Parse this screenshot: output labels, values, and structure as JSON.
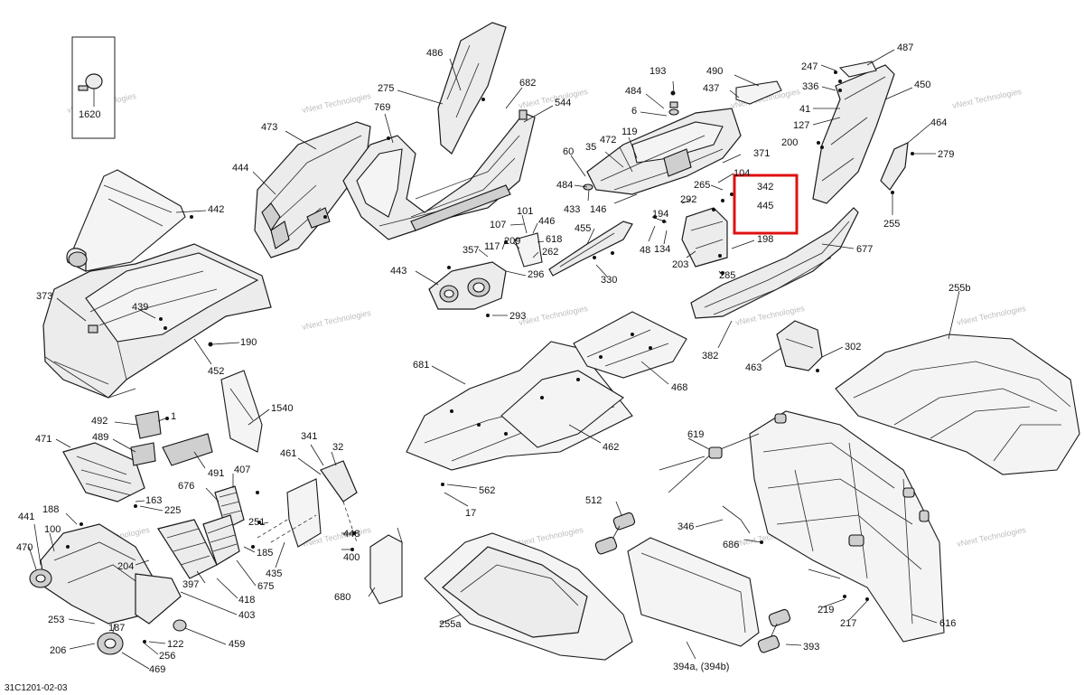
{
  "drawing_number": "31C1201-02-03",
  "watermark": "vNext Technologies",
  "highlight_color": "#e01010",
  "inset": {
    "label": "1620"
  },
  "callouts": {
    "c486": "486",
    "c275": "275",
    "c682": "682",
    "c544": "544",
    "c769": "769",
    "c473": "473",
    "c444": "444",
    "c442": "442",
    "c373": "373",
    "c439": "439",
    "c190": "190",
    "c452": "452",
    "c193": "193",
    "c490": "490",
    "c484a": "484",
    "c437": "437",
    "c6": "6",
    "c119": "119",
    "c35": "35",
    "c472": "472",
    "c60": "60",
    "c371": "371",
    "c104": "104",
    "c484b": "484",
    "c433": "433",
    "c146": "146",
    "c265": "265",
    "c292": "292",
    "c342": "342",
    "c445": "445",
    "c247": "247",
    "c487": "487",
    "c336": "336",
    "c450": "450",
    "c41": "41",
    "c127": "127",
    "c464": "464",
    "c200": "200",
    "c279": "279",
    "c255": "255",
    "c107": "107",
    "c101": "101",
    "c446": "446",
    "c455": "455",
    "c194": "194",
    "c198": "198",
    "c677": "677",
    "c357": "357",
    "c117": "117",
    "c209": "209",
    "c618": "618",
    "c262": "262",
    "c48": "48",
    "c134": "134",
    "c203": "203",
    "c443": "443",
    "c296": "296",
    "c330": "330",
    "c285": "285",
    "c293": "293",
    "c255b": "255b",
    "c382": "382",
    "c302": "302",
    "c463": "463",
    "c681": "681",
    "c468": "468",
    "c1540": "1540",
    "c492": "492",
    "c1": "1",
    "c489": "489",
    "c471": "471",
    "c491": "491",
    "c407": "407",
    "c341": "341",
    "c32": "32",
    "c461": "461",
    "c462": "462",
    "c676": "676",
    "c163": "163",
    "c225": "225",
    "c562": "562",
    "c17": "17",
    "c619": "619",
    "c188": "188",
    "c441": "441",
    "c100": "100",
    "c251": "251",
    "c448": "448",
    "c400": "400",
    "c470": "470",
    "c204": "204",
    "c185": "185",
    "c435": "435",
    "c512": "512",
    "c346": "346",
    "c686": "686",
    "c397": "397",
    "c675": "675",
    "c680": "680",
    "c418": "418",
    "c403": "403",
    "c253": "253",
    "c187": "187",
    "c459": "459",
    "c122": "122",
    "c206": "206",
    "c256": "256",
    "c469": "469",
    "c255a": "255a",
    "c219": "219",
    "c217": "217",
    "c616": "616",
    "c393": "393",
    "c394a": "394a, (394b)"
  }
}
